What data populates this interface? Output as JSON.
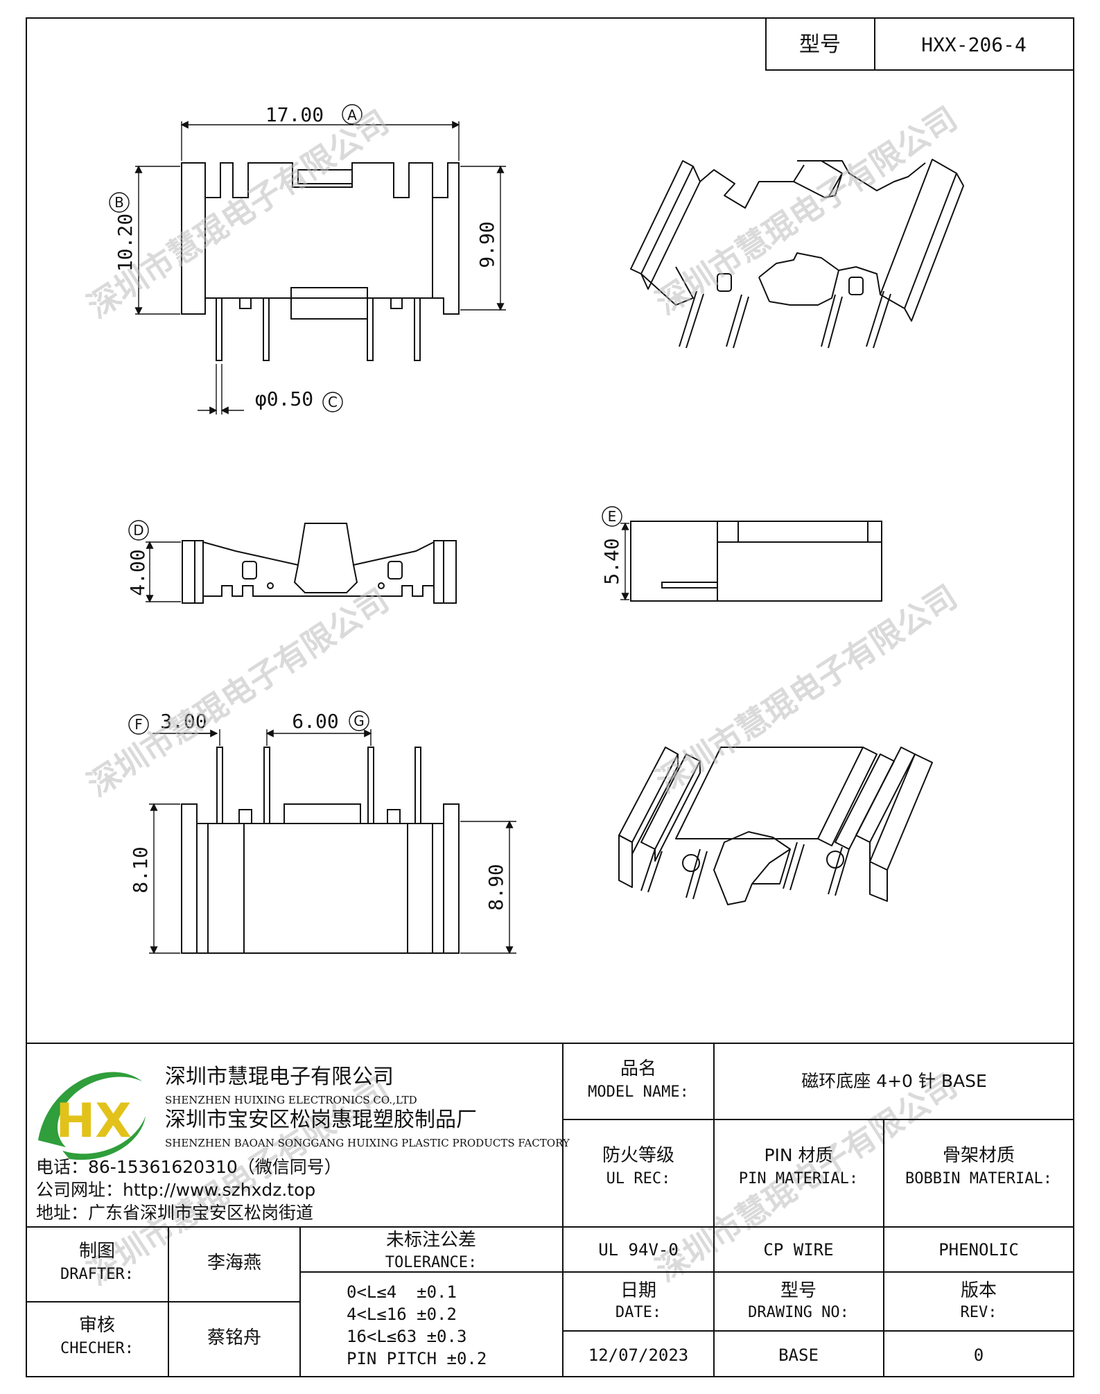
{
  "header": {
    "model_label": "型号",
    "model_value": "HXX-206-4"
  },
  "dimensions": {
    "top_width": "17.00",
    "top_width_ref": "A",
    "left_height": "10.20",
    "left_height_ref": "B",
    "right_height": "9.90",
    "pin_diameter": "φ0.50",
    "pin_diameter_ref": "C",
    "front_height": "4.00",
    "front_height_ref": "D",
    "side_height": "5.40",
    "side_height_ref": "E",
    "pin_offset": "3.00",
    "pin_offset_ref": "F",
    "pin_spacing": "6.00",
    "pin_spacing_ref": "G",
    "bottom_left_height": "8.10",
    "bottom_right_height": "8.90"
  },
  "watermark": "深圳市慧琨电子有限公司",
  "company": {
    "logo_letters": "HX",
    "name_cn": "深圳市慧琨电子有限公司",
    "name_en": "SHENZHEN HUIXING ELECTRONICS CO.,LTD",
    "factory_cn": "深圳市宝安区松岗惠琨塑胶制品厂",
    "factory_en": "SHENZHEN BAOAN SONGGANG HUIXING PLASTIC PRODUCTS FACTORY",
    "phone": "电话：86-15361620310（微信同号）",
    "website": "公司网址：http://www.szhxdz.top",
    "address": "地址：广东省深圳市宝安区松岗街道"
  },
  "titleblock": {
    "model_name_cn": "品名",
    "model_name_en": "MODEL NAME:",
    "model_name_value": "磁环底座 4+0 针 BASE",
    "ul_cn": "防火等级",
    "ul_en": "UL REC:",
    "pin_mat_cn": "PIN 材质",
    "pin_mat_en": "PIN MATERIAL:",
    "bobbin_cn": "骨架材质",
    "bobbin_en": "BOBBIN MATERIAL:",
    "ul_value": "UL 94V-0",
    "pin_value": "CP WIRE",
    "bobbin_value": "PHENOLIC",
    "drafter_cn": "制图",
    "drafter_en": "DRAFTER:",
    "drafter_name": "李海燕",
    "checker_cn": "审核",
    "checker_en": "CHECHER:",
    "checker_name": "蔡铭舟",
    "tolerance_cn": "未标注公差",
    "tolerance_en": "TOLERANCE:",
    "tolerance_lines": [
      "0<L≤4  ±0.1",
      "4<L≤16 ±0.2",
      "16<L≤63 ±0.3",
      "PIN PITCH ±0.2"
    ],
    "date_cn": "日期",
    "date_en": "DATE:",
    "date_value": "12/07/2023",
    "drawing_cn": "型号",
    "drawing_en": "DRAWING NO:",
    "drawing_value": "BASE",
    "rev_cn": "版本",
    "rev_en": "REV:",
    "rev_value": "0"
  },
  "colors": {
    "logo_green": "#2f9e3b",
    "logo_yellow": "#e2c21a",
    "line": "#111111"
  }
}
